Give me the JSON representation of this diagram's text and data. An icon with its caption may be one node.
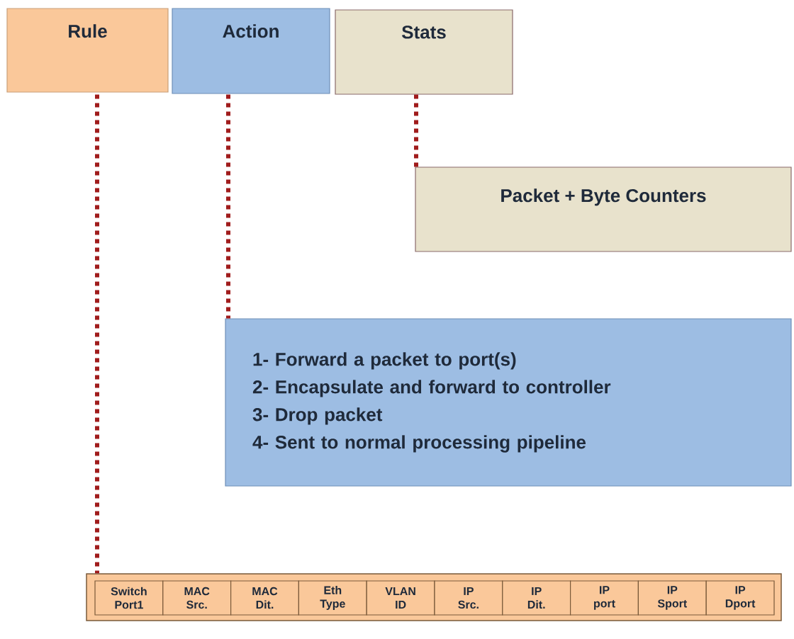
{
  "diagram": {
    "nodes": [
      {
        "text": [
          "Rule"
        ]
      },
      {
        "text": [
          "Action"
        ]
      },
      {
        "text": [
          "Stats"
        ]
      },
      {
        "text": [
          "Packet + Byte Counters"
        ]
      },
      {
        "text": [
          "1- Forward a packet to port(s)",
          "2- Encapsulate and forward to controller",
          "3- Drop packet",
          "4- Sent to normal processing pipeline"
        ]
      },
      {
        "text": [],
        "shape": "box"
      },
      {
        "text": [
          "Switch Port1"
        ],
        "in": 5
      },
      {
        "text": [
          "MAC Src."
        ],
        "in": 5
      },
      {
        "text": [
          "MAC Dit."
        ],
        "in": 5
      },
      {
        "text": [
          "Eth Type"
        ],
        "in": 5
      },
      {
        "text": [
          "VLAN ID"
        ],
        "in": 5
      },
      {
        "text": [
          "IP Src."
        ],
        "in": 5
      },
      {
        "text": [
          "IP Dit."
        ],
        "in": 5
      },
      {
        "text": [
          "IP port"
        ],
        "in": 5
      },
      {
        "text": [
          "IP Sport"
        ],
        "in": 5
      },
      {
        "text": [
          "IP Dport"
        ],
        "in": 5
      }
    ],
    "edges": [
      {
        "from": 0,
        "to": 5,
        "arrow": "none",
        "style": "dashed"
      },
      {
        "from": 1,
        "to": 4,
        "arrow": "none",
        "style": "dashed"
      },
      {
        "from": 2,
        "to": 3,
        "arrow": "none",
        "style": "dashed"
      }
    ]
  }
}
